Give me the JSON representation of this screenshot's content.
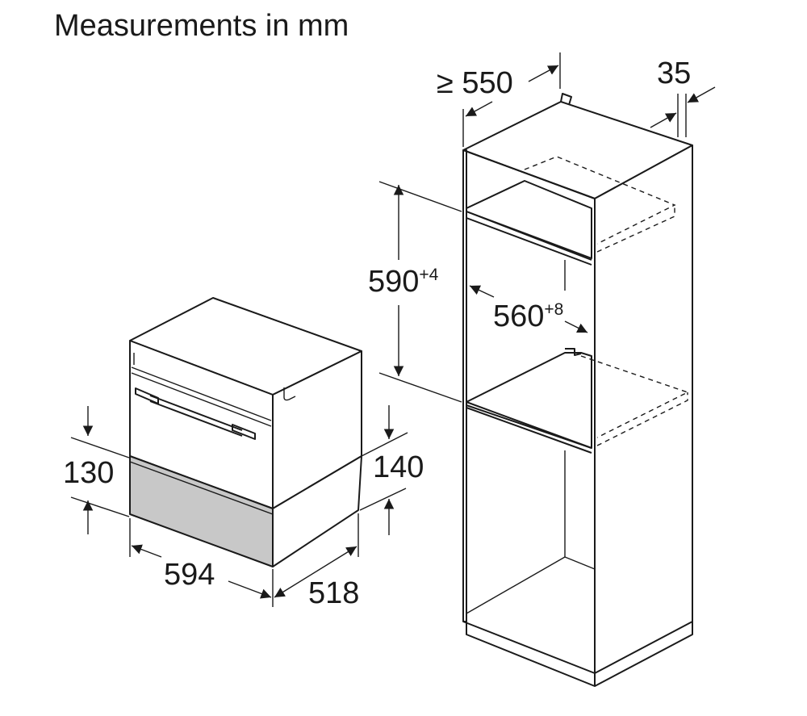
{
  "title": "Measurements in mm",
  "dimensions": {
    "drawer_height": "130",
    "niche_height": "140",
    "width": "594",
    "depth": "518",
    "cabinet_depth": "≥ 550",
    "panel_thickness": "35",
    "opening_height": "590",
    "opening_height_tolerance": "+4",
    "opening_width": "560",
    "opening_width_tolerance": "+8"
  }
}
